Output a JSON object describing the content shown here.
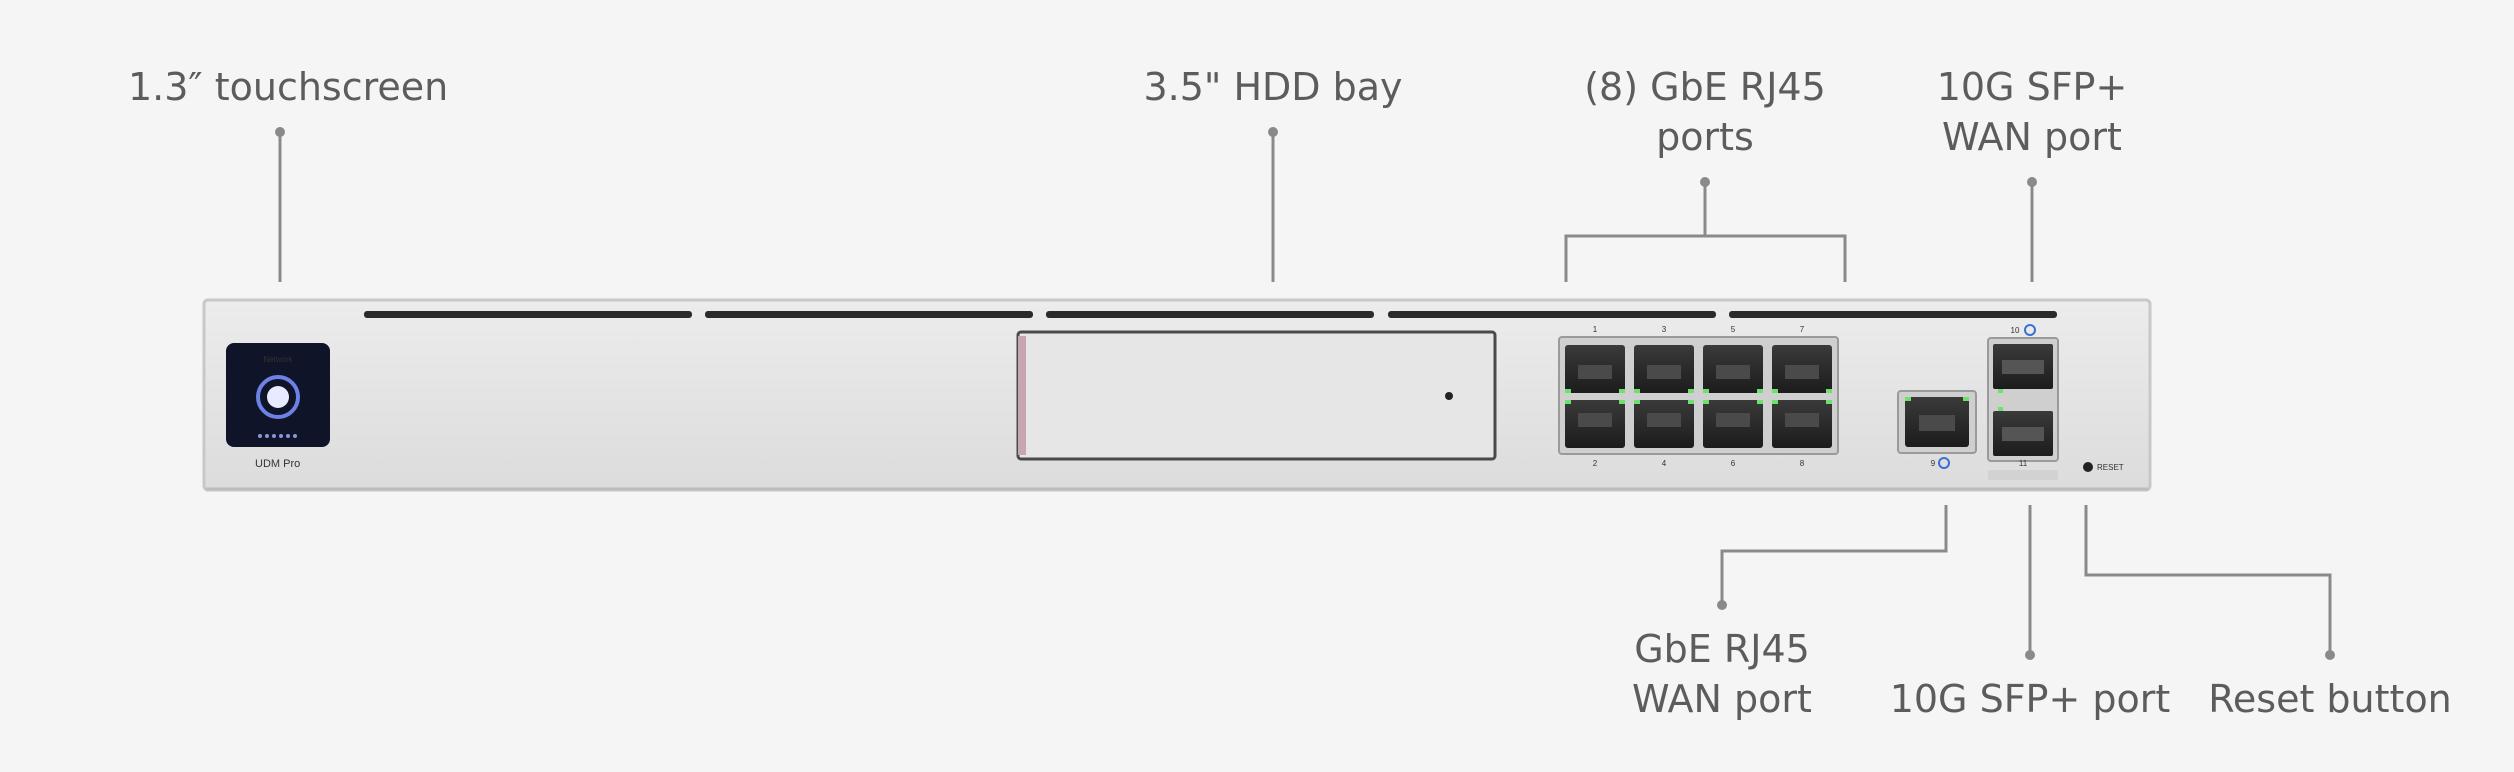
{
  "callouts": {
    "touchscreen": {
      "lines": [
        "1.3″ touchscreen"
      ]
    },
    "hdd_bay": {
      "lines": [
        "3.5\" HDD bay"
      ]
    },
    "lan_ports": {
      "lines": [
        "(8) GbE RJ45",
        "ports"
      ]
    },
    "sfp_wan": {
      "lines": [
        "10G SFP+",
        "WAN port"
      ]
    },
    "rj45_wan": {
      "lines": [
        "GbE RJ45",
        "WAN port"
      ]
    },
    "sfp_port": {
      "lines": [
        "10G SFP+ port"
      ]
    },
    "reset": {
      "lines": [
        "Reset button"
      ]
    }
  },
  "device": {
    "model_label": "UDM Pro",
    "screen_title": "Network",
    "reset_label": "RESET",
    "port_numbers_top": [
      "1",
      "3",
      "5",
      "7"
    ],
    "port_numbers_bottom": [
      "2",
      "4",
      "6",
      "8"
    ],
    "wan_port_number": "9",
    "sfp_top_number": "10",
    "sfp_bottom_number": "11"
  },
  "colors": {
    "background": "#f5f5f5",
    "chassis": "#e4e4e4",
    "leader_line": "#8a8a8a",
    "text": "#5c5c5c",
    "link_led": "#6be36b",
    "accent_blue": "#3b6fd6"
  }
}
